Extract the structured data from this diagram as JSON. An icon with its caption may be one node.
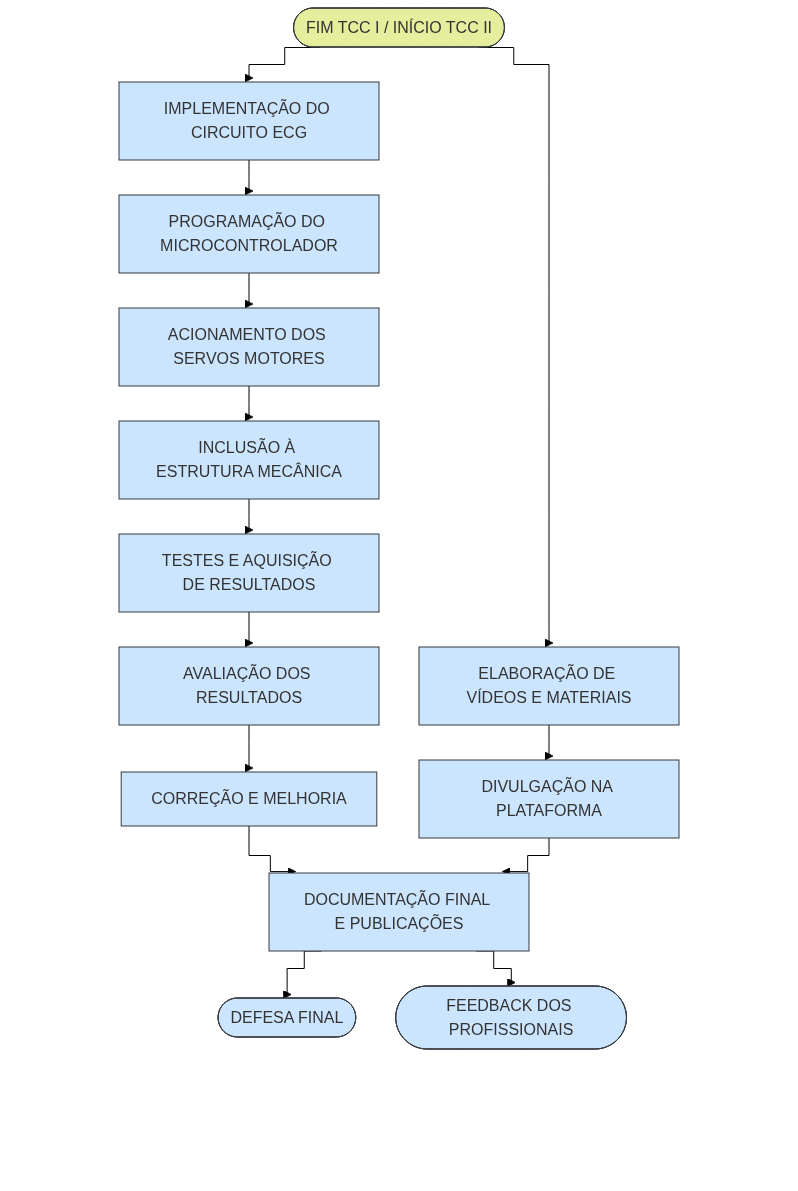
{
  "diagram": {
    "nodes": [
      {
        "text": [
          "FIM TCC I / INÍCIO TCC II"
        ]
      },
      {
        "text": [
          "IMPLEMENTAÇÃO DO CIRCUITO ECG"
        ]
      },
      {
        "text": [
          "PROGRAMAÇÃO DO MICROCONTROLADOR"
        ]
      },
      {
        "text": [
          "ACIONAMENTO DOS SERVOS MOTORES"
        ]
      },
      {
        "text": [
          "INCLUSÃO À ESTRUTURA MECÂNICA"
        ]
      },
      {
        "text": [
          "TESTES E AQUISIÇÃO DE RESULTADOS"
        ]
      },
      {
        "text": [
          "AVALIAÇÃO DOS RESULTADOS"
        ]
      },
      {
        "text": [
          "CORREÇÃO E MELHORIA"
        ]
      },
      {
        "text": [
          "ELABORAÇÃO DE VÍDEOS E MATERIAIS"
        ]
      },
      {
        "text": [
          "DIVULGAÇÃO NA PLATAFORMA"
        ]
      },
      {
        "text": [
          "DOCUMENTAÇÃO FINAL E PUBLICAÇÕES"
        ]
      },
      {
        "text": [
          "DEFESA FINAL"
        ]
      },
      {
        "text": [
          "FEEDBACK DOS PROFISSIONAIS"
        ]
      }
    ],
    "edges": [
      {
        "from": 0,
        "to": 1,
        "arrow": "to"
      },
      {
        "from": 0,
        "to": 8,
        "arrow": "to"
      },
      {
        "from": 1,
        "to": 2,
        "arrow": "to"
      },
      {
        "from": 2,
        "to": 3,
        "arrow": "to"
      },
      {
        "from": 3,
        "to": 4,
        "arrow": "to"
      },
      {
        "from": 4,
        "to": 5,
        "arrow": "to"
      },
      {
        "from": 5,
        "to": 6,
        "arrow": "to"
      },
      {
        "from": 6,
        "to": 7,
        "arrow": "to"
      },
      {
        "from": 8,
        "to": 9,
        "arrow": "to"
      },
      {
        "from": 7,
        "to": 10,
        "arrow": "to"
      },
      {
        "from": 9,
        "to": 10,
        "arrow": "to"
      },
      {
        "from": 10,
        "to": 11,
        "arrow": "to"
      },
      {
        "from": 10,
        "to": 12,
        "arrow": "to"
      }
    ]
  }
}
